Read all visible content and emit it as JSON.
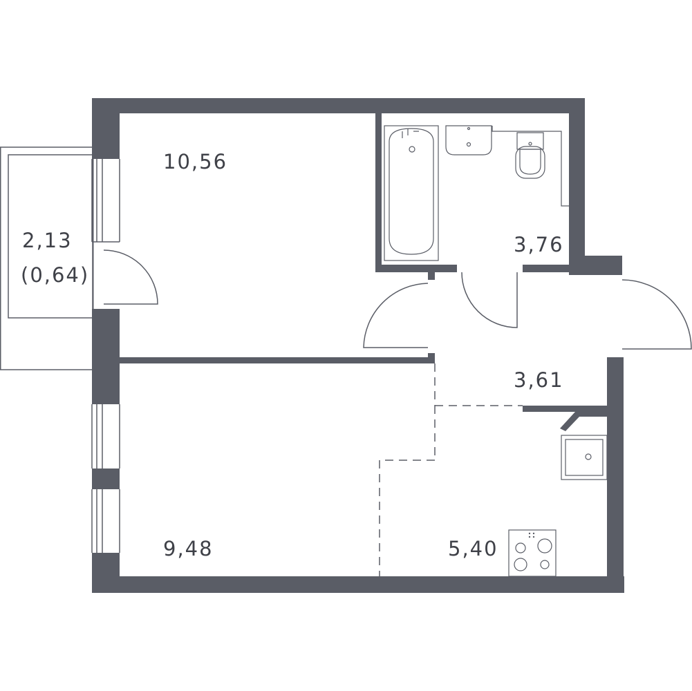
{
  "rooms": {
    "living_room": {
      "area": "10,56"
    },
    "balcony": {
      "area": "2,13",
      "reduced_area": "(0,64)"
    },
    "bathroom": {
      "area": "3,76"
    },
    "hallway": {
      "area": "3,61"
    },
    "bedroom": {
      "area": "9,48"
    },
    "kitchen": {
      "area": "5,40"
    }
  },
  "colors": {
    "wall": "#5a5d66",
    "text": "#3f4148",
    "background": "#ffffff"
  }
}
